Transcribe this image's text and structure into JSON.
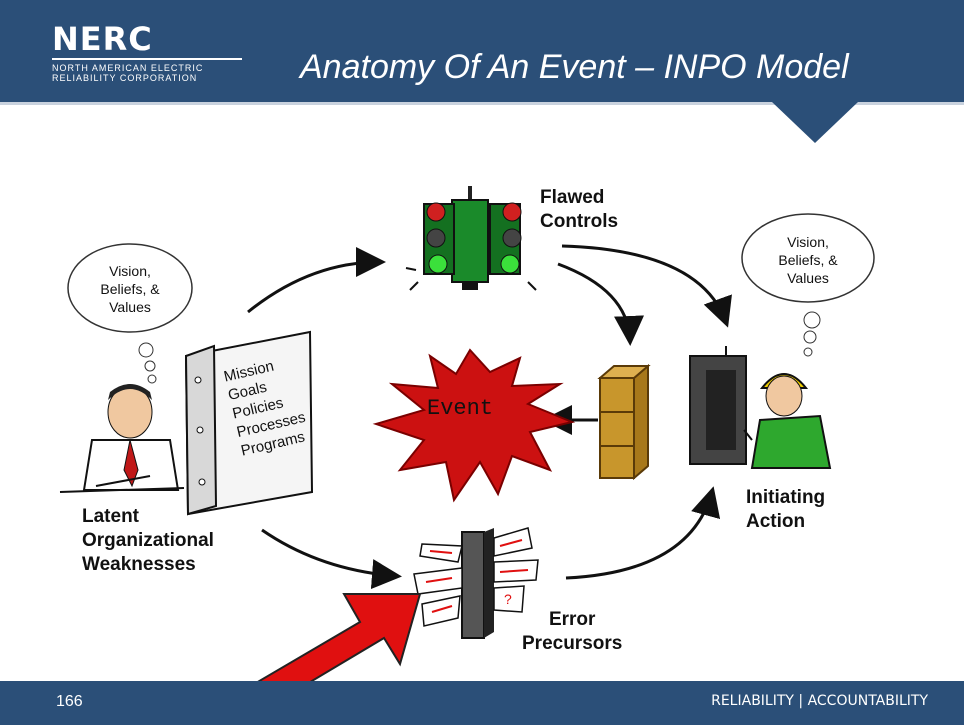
{
  "logo": {
    "name": "NERC",
    "subtitle_line1": "NORTH AMERICAN ELECTRIC",
    "subtitle_line2": "RELIABILITY CORPORATION"
  },
  "title": "Anatomy Of An Event – INPO Model",
  "diagram": {
    "flawed_controls": [
      "Flawed",
      "Controls"
    ],
    "latent_weaknesses": [
      "Latent",
      "Organizational",
      "Weaknesses"
    ],
    "initiating_action": [
      "Initiating",
      "Action"
    ],
    "error_precursors": [
      "Error",
      "Precursors"
    ],
    "event": "Event",
    "thought_left": [
      "Vision,",
      "Beliefs, &",
      "Values"
    ],
    "thought_right": [
      "Vision,",
      "Beliefs, &",
      "Values"
    ],
    "binder_items": [
      "Mission",
      "Goals",
      "Policies",
      "Processes",
      "Programs"
    ],
    "sign_mark": "?"
  },
  "footer": {
    "page": "166",
    "tagline": "RELIABILITY | ACCOUNTABILITY"
  },
  "colors": {
    "header": "#2b4f78",
    "event": "#cc1111",
    "arrow_red": "#e01010",
    "traffic_green": "#1a8a2a",
    "barrier": "#c8962c"
  }
}
